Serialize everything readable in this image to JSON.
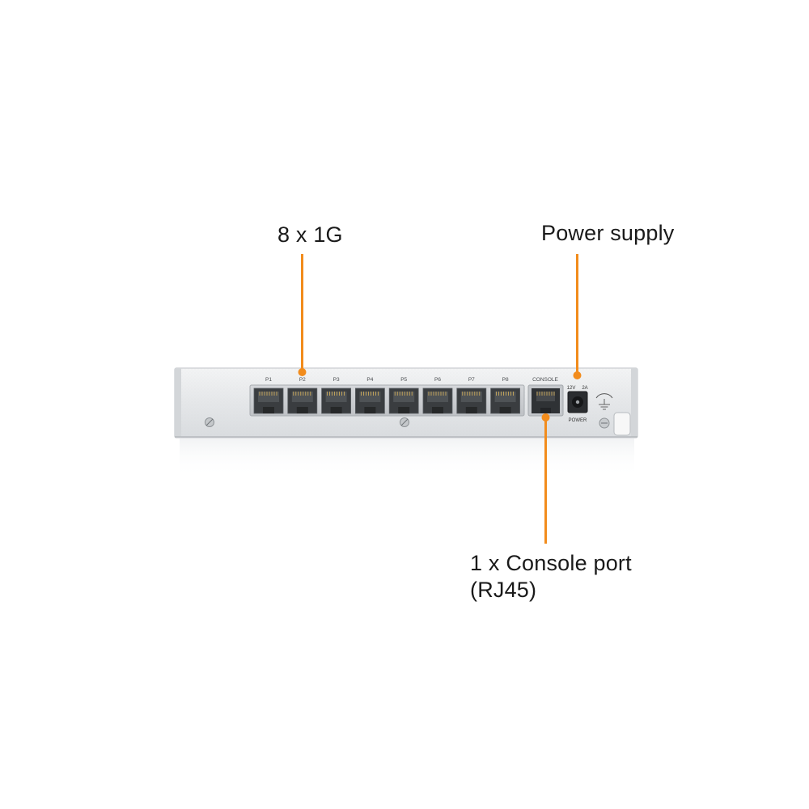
{
  "callouts": {
    "ports": {
      "label": "8 x 1G"
    },
    "power": {
      "label": "Power supply"
    },
    "console": {
      "label_line1": "1 x Console port",
      "label_line2": "(RJ45)"
    }
  },
  "device": {
    "port_labels": [
      "P1",
      "P2",
      "P3",
      "P4",
      "P5",
      "P6",
      "P7",
      "P8"
    ],
    "console_label": "CONSOLE",
    "power_rating_voltage": "12V",
    "power_rating_current": "2A",
    "power_label": "POWER"
  },
  "colors": {
    "accent": "#f28c1c",
    "chassis": "#e4e6e8",
    "chassis_edge": "#c9ccd0",
    "port_dark": "#3a3d40",
    "text": "#1a1a1a"
  },
  "icons": {
    "ground": "ground-symbol-icon",
    "screw": "screw-icon"
  }
}
